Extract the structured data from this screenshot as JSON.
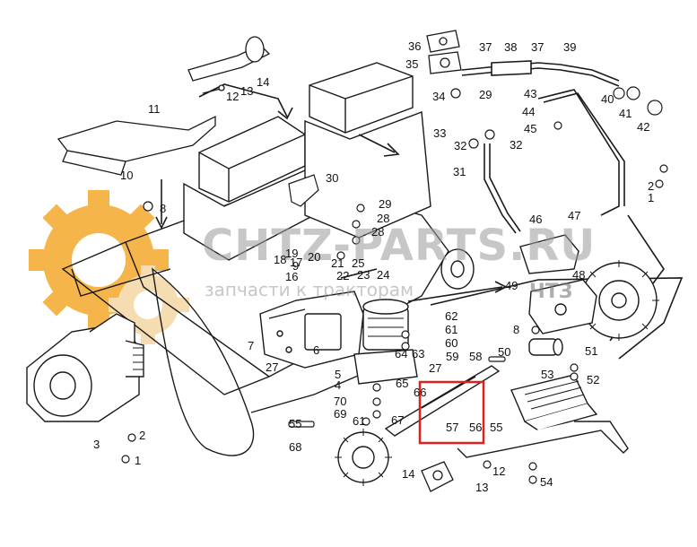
{
  "watermark": {
    "site": "CHTZ-PARTS.RU",
    "tagline": "запчасти к тракторам",
    "brand": "ЧТЗ"
  },
  "highlight": {
    "color": "#e0201c",
    "parts": [
      "57",
      "56"
    ]
  },
  "callouts": {
    "c1": "1",
    "c2": "2",
    "c3": "3",
    "c4": "4",
    "c5": "5",
    "c6": "6",
    "c7": "7",
    "c8": "8",
    "c9": "9",
    "c10": "10",
    "c11": "11",
    "c12": "12",
    "c13": "13",
    "c14": "14",
    "c16": "16",
    "c17": "17",
    "c18": "18",
    "c19": "19",
    "c20": "20",
    "c21": "21",
    "c22": "22",
    "c23": "23",
    "c24": "24",
    "c25": "25",
    "c27": "27",
    "c28": "28",
    "c29": "29",
    "c30": "30",
    "c31": "31",
    "c32": "32",
    "c33": "33",
    "c34": "34",
    "c35": "35",
    "c36": "36",
    "c37": "37",
    "c38": "38",
    "c39": "39",
    "c40": "40",
    "c41": "41",
    "c42": "42",
    "c43": "43",
    "c44": "44",
    "c45": "45",
    "c46": "46",
    "c47": "47",
    "c48": "48",
    "c49": "49",
    "c50": "50",
    "c51": "51",
    "c52": "52",
    "c53": "53",
    "c54": "54",
    "c55": "55",
    "c56": "56",
    "c57": "57",
    "c58": "58",
    "c59": "59",
    "c60": "60",
    "c61": "61",
    "c62": "62",
    "c63": "63",
    "c64": "64",
    "c65": "65",
    "c66": "66",
    "c67": "67",
    "c68": "68",
    "c69": "69",
    "c70": "70"
  }
}
